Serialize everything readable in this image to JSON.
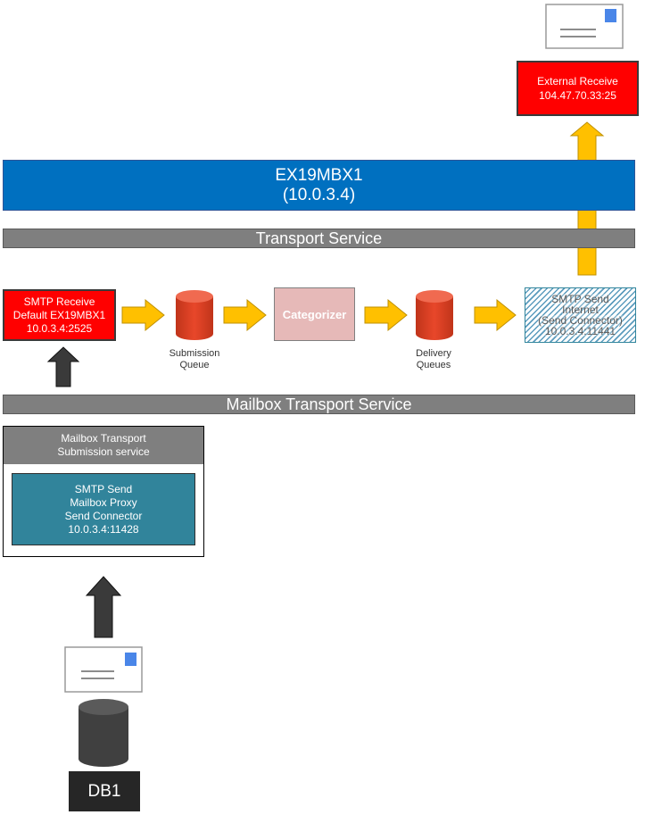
{
  "server": {
    "name": "EX19MBX1",
    "ip": "(10.0.3.4)"
  },
  "transport_service": {
    "label": "Transport Service"
  },
  "mailbox_transport_service": {
    "label": "Mailbox Transport Service"
  },
  "smtp_receive": {
    "line1": "SMTP Receive",
    "line2": "Default EX19MBX1",
    "line3": "10.0.3.4:2525"
  },
  "submission_queue": {
    "line1": "Submission",
    "line2": "Queue"
  },
  "categorizer": {
    "label": "Categorizer"
  },
  "delivery_queues": {
    "line1": "Delivery",
    "line2": "Queues"
  },
  "smtp_send_internet": {
    "line1": "SMTP Send",
    "line2": "Internet",
    "line3": "(Send Connector)",
    "line4": "10.0.3.4:11441"
  },
  "external_receive": {
    "line1": "External Receive",
    "line2": "104.47.70.33:25"
  },
  "mailbox_submission": {
    "line1": "Mailbox Transport",
    "line2": "Submission service"
  },
  "smtp_send_proxy": {
    "line1": "SMTP Send",
    "line2": "Mailbox Proxy",
    "line3": "Send Connector",
    "line4": "10.0.3.4:11428"
  },
  "database": {
    "label": "DB1"
  },
  "colors": {
    "server_blue": "#0070c0",
    "band_gray": "#7f7f7f",
    "receive_red": "#ff0000",
    "queue_red": "#e04020",
    "categorizer_pink": "#e6b9b8",
    "proxy_teal": "#31849b",
    "arrow_yellow": "#ffc000",
    "arrow_dark": "#3a3a3a",
    "stamp_blue": "#4a86e8"
  },
  "icons": [
    "envelope-icon",
    "database-icon",
    "queue-cylinder-icon",
    "arrow-right-icon",
    "arrow-up-icon"
  ]
}
